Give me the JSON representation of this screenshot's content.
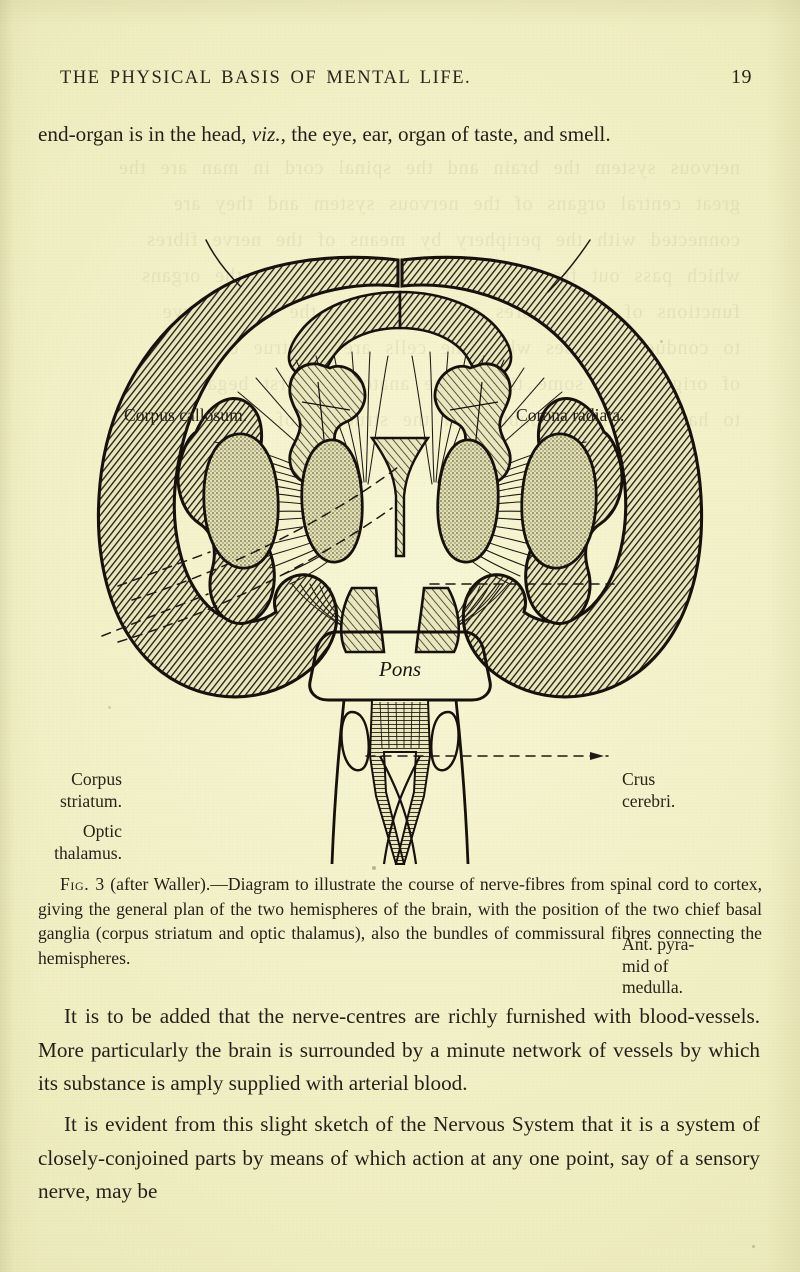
{
  "page": {
    "running_head": "THE PHYSICAL BASIS OF MENTAL LIFE.",
    "folio": "19",
    "background_color": "#eeedc0",
    "ink_color": "#241f18"
  },
  "body": {
    "paragraph_top_pre": "end-organ is in the head, ",
    "paragraph_top_italic": "viz.",
    "paragraph_top_post": ", the eye, ear, organ of taste, and smell.",
    "paragraph_middle": "It is to be added that the nerve-centres are richly furnished with blood-vessels.  More particularly the brain is surrounded by a minute network of vessels by which its substance is amply supplied with arterial blood.",
    "paragraph_bottom": "It is evident from this slight sketch of the Nervous System that it is a system of closely-conjoined parts by means of which action at any one point, say of a sensory nerve, may be"
  },
  "figure": {
    "number": "Fig. 3",
    "caption_credit": "(after Waller).",
    "caption_dash": "—",
    "caption_text": "Diagram to illustrate the course of nerve-fibres from spinal cord to cortex, giving the general plan of the two hemispheres of the brain, with the position of the two chief basal ganglia (corpus striatum and optic thalamus), also the bundles of commissural fibres connecting the hemispheres.",
    "labels": {
      "corpus_callosum": "Corpus callosum.",
      "corona_radiata": "Corona radiata.",
      "corpus_striatum": "Corpus\nstriatum.",
      "optic_thalamus": "Optic\nthalamus.",
      "crus_cerebri": "Crus\ncerebri.",
      "ant_pyramid_medulla": "Ant. pyra-\nmid of\nmedulla.",
      "pons": "Pons"
    }
  },
  "chart_data": {
    "type": "diagram",
    "title": "Fig. 3 (after Waller) — course of nerve-fibres from spinal cord to cortex",
    "subject": "coronal section of the human brain, brain-stem and medulla",
    "annotated_structures": [
      {
        "name": "Corpus callosum",
        "label": "Corpus callosum.",
        "side": "top-left",
        "leader": "dashed"
      },
      {
        "name": "Corona radiata",
        "label": "Corona radiata.",
        "side": "top-right",
        "leader": "dashed"
      },
      {
        "name": "Corpus striatum",
        "label": "Corpus striatum.",
        "side": "left",
        "leader": "dashed"
      },
      {
        "name": "Optic thalamus",
        "label": "Optic thalamus.",
        "side": "left",
        "leader": "dashed"
      },
      {
        "name": "Crus cerebri",
        "label": "Crus cerebri.",
        "side": "right",
        "leader": "dashed"
      },
      {
        "name": "Anterior pyramid of medulla",
        "label": "Ant. pyramid of medulla.",
        "side": "right",
        "leader": "dashed-arrow"
      },
      {
        "name": "Pons",
        "label": "Pons",
        "side": "centre",
        "leader": "none",
        "style": "italic-inline"
      }
    ],
    "drawing_style": "line engraving, hatched cortex ribbon, radiating fibre tracts",
    "ink": "#1d1a13",
    "paper": "#eeedc0"
  }
}
